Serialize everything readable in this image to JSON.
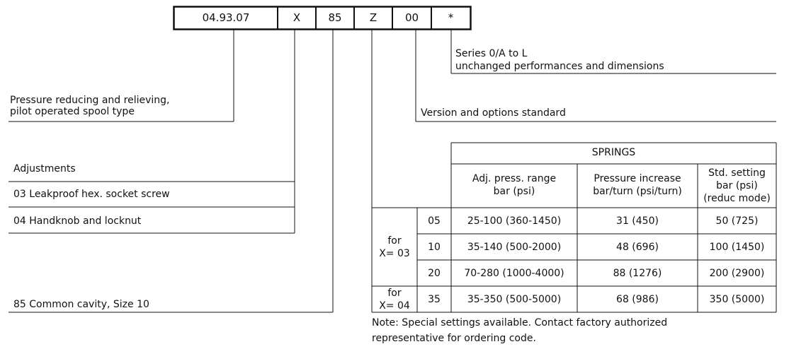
{
  "code_box": [
    "04.93.07",
    "X",
    "85",
    "Z",
    "00",
    "*"
  ],
  "series": {
    "line1": "Series 0/A to L",
    "line2": "unchanged performances and dimensions"
  },
  "version": "Version and options standard",
  "valve_type": {
    "line1": "Pressure reducing and relieving,",
    "line2": "pilot operated spool type"
  },
  "adjustments": {
    "title": "Adjustments",
    "options": [
      "03 Leakproof hex. socket screw",
      "04 Handknob and locknut"
    ]
  },
  "cavity": "85 Common cavity, Size 10",
  "springs_table": {
    "header": "SPRINGS",
    "columns": [
      {
        "line1": "Adj. press. range",
        "line2": "bar (psi)"
      },
      {
        "line1": "Pressure increase",
        "line2": "bar/turn (psi/turn)"
      },
      {
        "line1": "Std. setting",
        "line2": "bar (psi)",
        "line3": "(reduc mode)"
      }
    ],
    "groups": [
      {
        "label1": "for",
        "label2": "X= 03"
      },
      {
        "label1": "for",
        "label2": "X= 04"
      }
    ],
    "rows": [
      {
        "code": "05",
        "range": "25-100 (360-1450)",
        "increase": "31 (450)",
        "setting": "50 (725)"
      },
      {
        "code": "10",
        "range": "35-140 (500-2000)",
        "increase": "48 (696)",
        "setting": "100 (1450)"
      },
      {
        "code": "20",
        "range": "70-280 (1000-4000)",
        "increase": "88 (1276)",
        "setting": "200 (2900)"
      },
      {
        "code": "35",
        "range": "35-350 (500-5000)",
        "increase": "68 (986)",
        "setting": "350 (5000)"
      }
    ]
  },
  "note": {
    "line1": "Note: Special settings available. Contact factory authorized",
    "line2": "representative for ordering code."
  }
}
